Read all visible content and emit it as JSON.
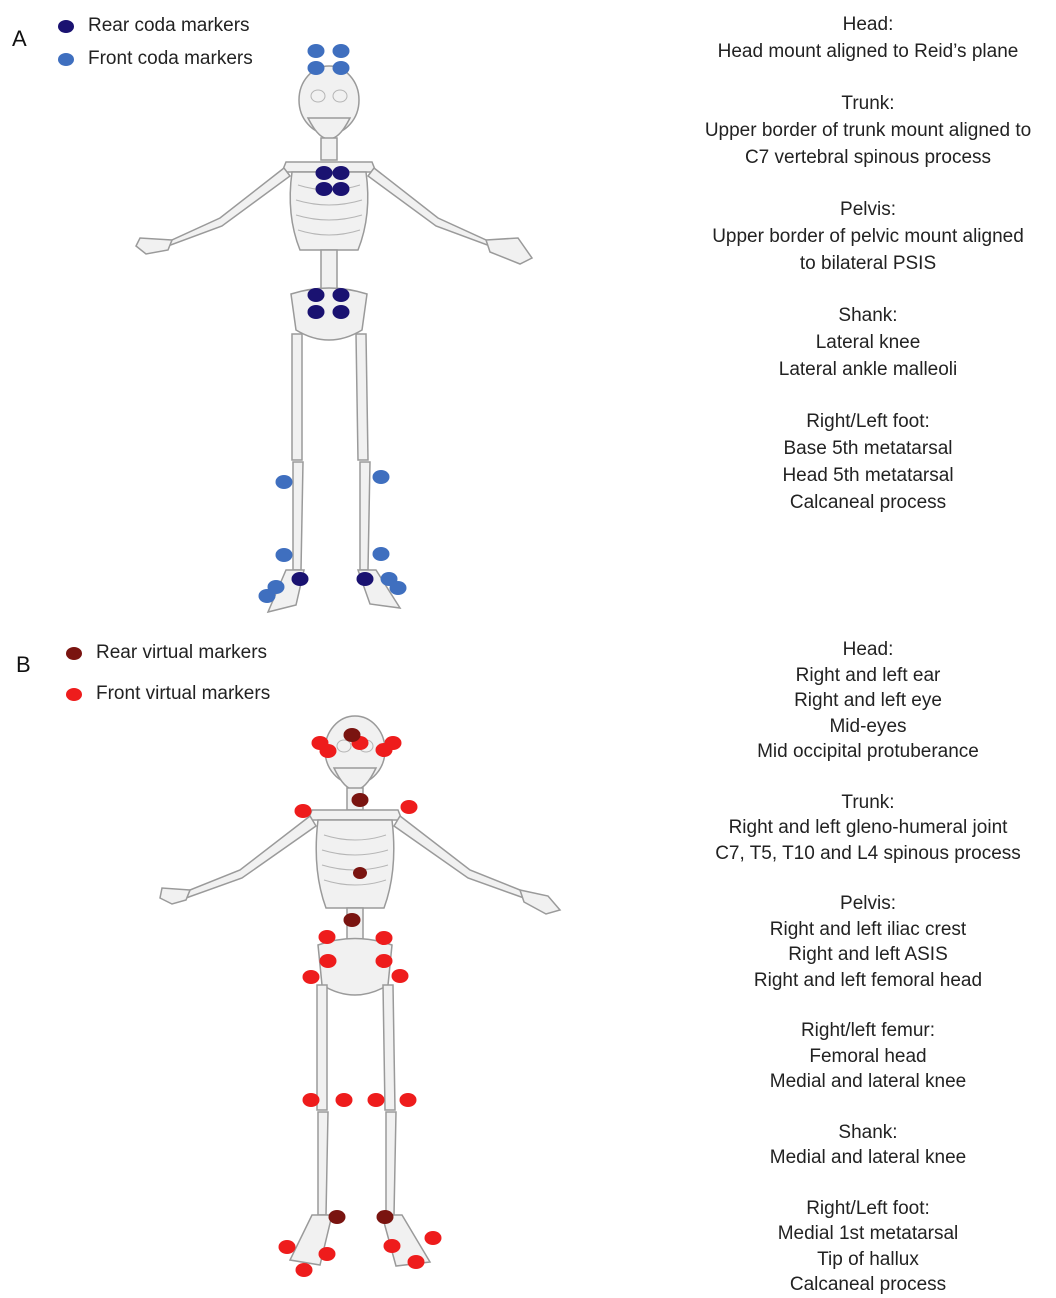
{
  "panel_a": {
    "letter": "A",
    "legend": [
      {
        "label": "Rear coda markers",
        "color": "#1a1271"
      },
      {
        "label": "Front coda markers",
        "color": "#3f6fbf"
      }
    ],
    "groups": [
      {
        "heading": "Head:",
        "lines": [
          "Head mount aligned to Reid’s plane"
        ]
      },
      {
        "heading": "Trunk:",
        "lines": [
          "Upper border of trunk mount aligned to",
          "C7 vertebral spinous process"
        ]
      },
      {
        "heading": "Pelvis:",
        "lines": [
          "Upper border of pelvic mount aligned",
          "to bilateral PSIS"
        ]
      },
      {
        "heading": "Shank:",
        "lines": [
          "Lateral knee",
          "Lateral ankle malleoli"
        ]
      },
      {
        "heading": "Right/Left foot:",
        "lines": [
          "Base 5th metatarsal",
          "Head 5th metatarsal",
          "Calcaneal process"
        ]
      }
    ]
  },
  "panel_b": {
    "letter": "B",
    "legend": [
      {
        "label": "Rear virtual markers",
        "color": "#7a1410"
      },
      {
        "label": "Front virtual markers",
        "color": "#ee1c1c"
      }
    ],
    "groups": [
      {
        "heading": "Head:",
        "lines": [
          "Right and left ear",
          "Right and left eye",
          "Mid-eyes",
          "Mid occipital protuberance"
        ]
      },
      {
        "heading": "Trunk:",
        "lines": [
          "Right and left gleno-humeral joint",
          "C7, T5, T10 and L4 spinous process"
        ]
      },
      {
        "heading": "Pelvis:",
        "lines": [
          "Right and left iliac crest",
          "Right and left ASIS",
          "Right and left femoral head"
        ]
      },
      {
        "heading": "Right/left femur:",
        "lines": [
          "Femoral head",
          "Medial and lateral knee"
        ]
      },
      {
        "heading": "Shank:",
        "lines": [
          "Medial and lateral knee"
        ]
      },
      {
        "heading": "Right/Left foot:",
        "lines": [
          "Medial 1st metatarsal",
          "Tip of hallux",
          "Calcaneal process"
        ]
      }
    ]
  },
  "colors": {
    "bone_fill": "#f1f1f1",
    "bone_stroke": "#9a9a9a"
  }
}
